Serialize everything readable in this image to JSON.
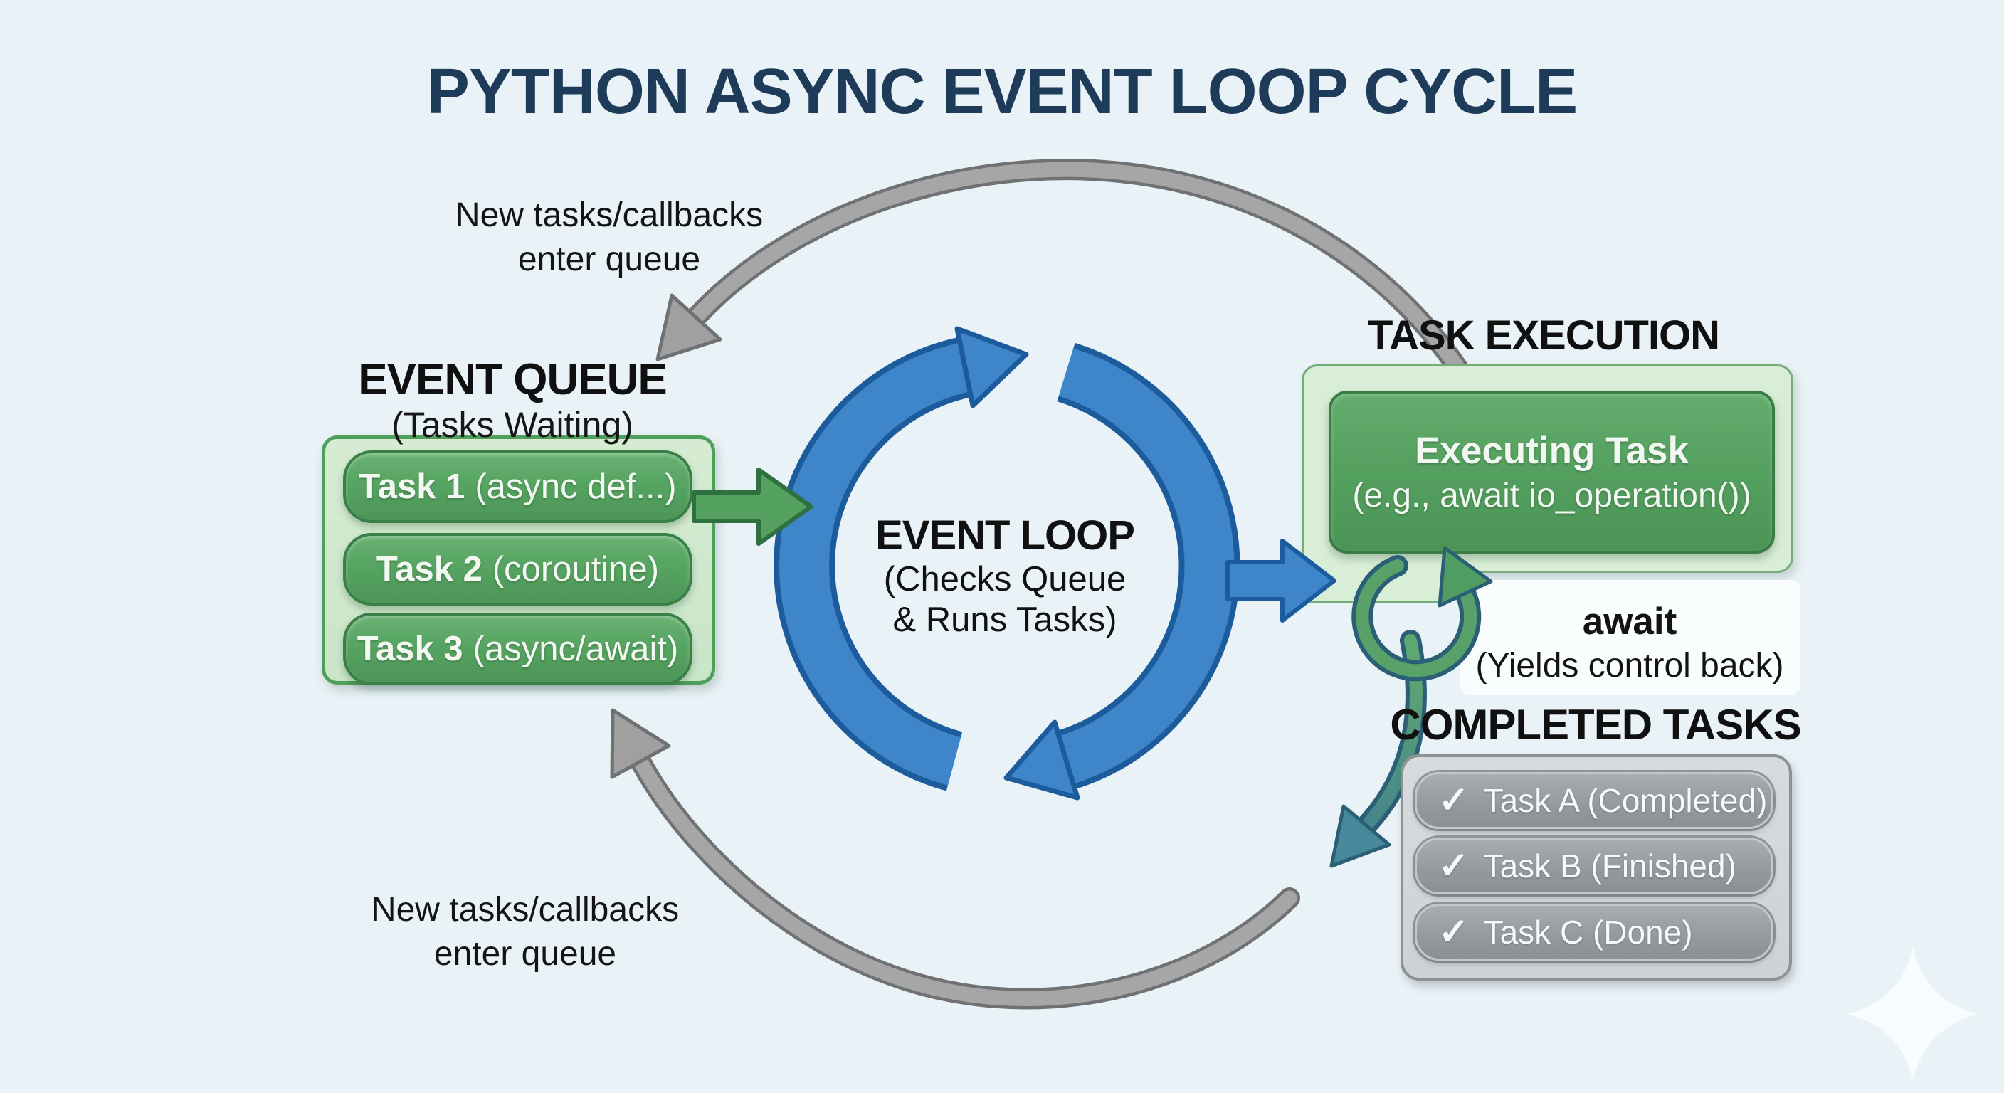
{
  "title": "PYTHON ASYNC EVENT LOOP CYCLE",
  "labels": {
    "top_new_tasks_line1": "New tasks/callbacks",
    "top_new_tasks_line2": "enter queue",
    "bottom_new_tasks_line1": "New tasks/callbacks",
    "bottom_new_tasks_line2": "enter queue"
  },
  "event_queue": {
    "heading": "EVENT QUEUE",
    "subheading": "(Tasks Waiting)",
    "tasks": [
      {
        "name": "Task 1",
        "detail": "(async def...)"
      },
      {
        "name": "Task 2",
        "detail": "(coroutine)"
      },
      {
        "name": "Task 3",
        "detail": "(async/await)"
      }
    ]
  },
  "event_loop": {
    "heading": "EVENT LOOP",
    "sub_line1": "(Checks Queue",
    "sub_line2": "& Runs Tasks)"
  },
  "task_execution": {
    "heading": "TASK EXECUTION",
    "box_title": "Executing Task",
    "box_detail": "(e.g., await io_operation())",
    "await_label": "await",
    "await_detail": "(Yields control back)"
  },
  "completed_tasks": {
    "heading": "COMPLETED TASKS",
    "check": "✓",
    "items": [
      "Task A (Completed)",
      "Task B (Finished)",
      "Task C (Done)"
    ]
  },
  "colors": {
    "background": "#e9f2f7",
    "title_navy": "#1e3c59",
    "green_fill": "#55a05f",
    "green_border": "#3a8046",
    "green_panel": "#cfe8cc",
    "blue_ring": "#3f85ca",
    "blue_outline": "#1d5c9c",
    "gray_arrow": "#a3a3a3",
    "teal_arrow": "#47889a",
    "gray_pill": "#94999e",
    "gray_panel": "#d3d6d9"
  }
}
